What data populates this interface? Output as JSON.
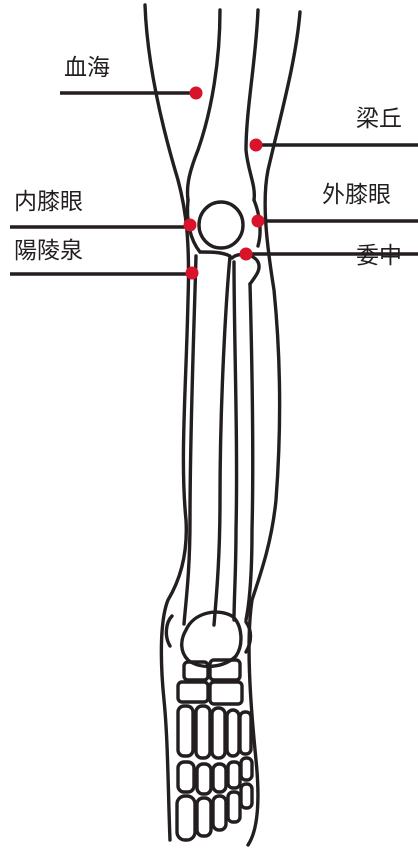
{
  "colors": {
    "outline": "#231f20",
    "point": "#d7142a",
    "background": "#ffffff"
  },
  "acupoints": [
    {
      "id": "xuehai",
      "label": "血海"
    },
    {
      "id": "liangqiu",
      "label": "梁丘"
    },
    {
      "id": "neixiyan",
      "label": "内膝眼"
    },
    {
      "id": "waixiyan",
      "label": "外膝眼"
    },
    {
      "id": "yanglingquan",
      "label": "陽陵泉"
    },
    {
      "id": "weizhong",
      "label": "委中"
    }
  ]
}
